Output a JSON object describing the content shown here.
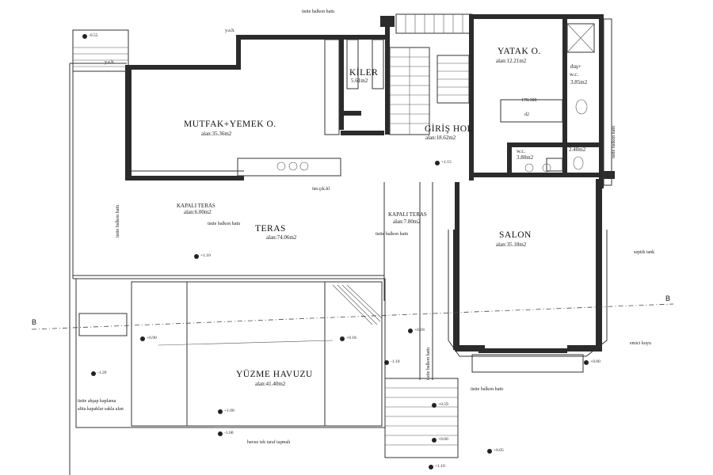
{
  "rooms": {
    "mutfak": {
      "name": "MUTFAK+YEMEK O.",
      "area": "alan:35.36m2"
    },
    "kiler": {
      "name": "KİLER",
      "area": "5.61m2"
    },
    "yatak": {
      "name": "YATAK O.",
      "area": "alan:12.21m2"
    },
    "dus": {
      "name": "duş+",
      "sub": "w.c.",
      "area": "3.85m2"
    },
    "giris": {
      "name": "GİRİŞ HOL",
      "area": "alan:18.62m2"
    },
    "wc": {
      "name": "w.c.",
      "area": "3.80m2"
    },
    "wc2_area": "2.40m2",
    "kapali_teras_1": {
      "name": "KAPALI TERAS",
      "area": "alan:6.00m2"
    },
    "kapali_teras_2": {
      "name": "KAPALI TERAS",
      "area": "alan:7.80m2"
    },
    "teras": {
      "name": "TERAS",
      "area": "alan:74.06m2"
    },
    "salon": {
      "name": "SALON",
      "area": "alan:35.18m2"
    },
    "havuz": {
      "name": "YÜZME HAVUZU",
      "area": "alan:41.40m2"
    }
  },
  "notes": {
    "ustte_balkon_1": "üstte balkon hattı",
    "ustte_balkon_2": "üstte balkon hattı",
    "ustte_balkon_3": "üstte balkon hattı",
    "ustte_balkon_4": "üstte balkon hattı",
    "ustte_balkon_5": "üstte balkon hattı",
    "ustte_balkon_v1": "üstte balkon hattı",
    "ustte_balkon_v2": "üstte balkon hattı",
    "septik": "septik tank",
    "emici": "emici kuyu",
    "ust_cik": "üst.çık.hl",
    "sah1": "y.a.h.",
    "sah2": "y.a.h.",
    "ahsap1": "üstte ahşap kaplama",
    "ahsap2": "altta kapaklar sakla alan",
    "havuz_alt": "havuz tek taraf taşmalı",
    "dim_170": "170.300",
    "dim_d2": "d2"
  },
  "levels": {
    "l1": "-0.55",
    "l2": "+1.15",
    "l3": "+1.10",
    "l4": "+0.90",
    "l5": "+0.18",
    "l6": "-1.20",
    "l7": "-1.10",
    "l8": "+1.00",
    "l9": "-1.00",
    "l10": "+0.18",
    "l11": "+0.59",
    "l12": "+0.00",
    "l13": "+0.05",
    "l14": "+0.00",
    "l15": "+1.10"
  },
  "section_marks": {
    "left": "B",
    "right": "B"
  }
}
